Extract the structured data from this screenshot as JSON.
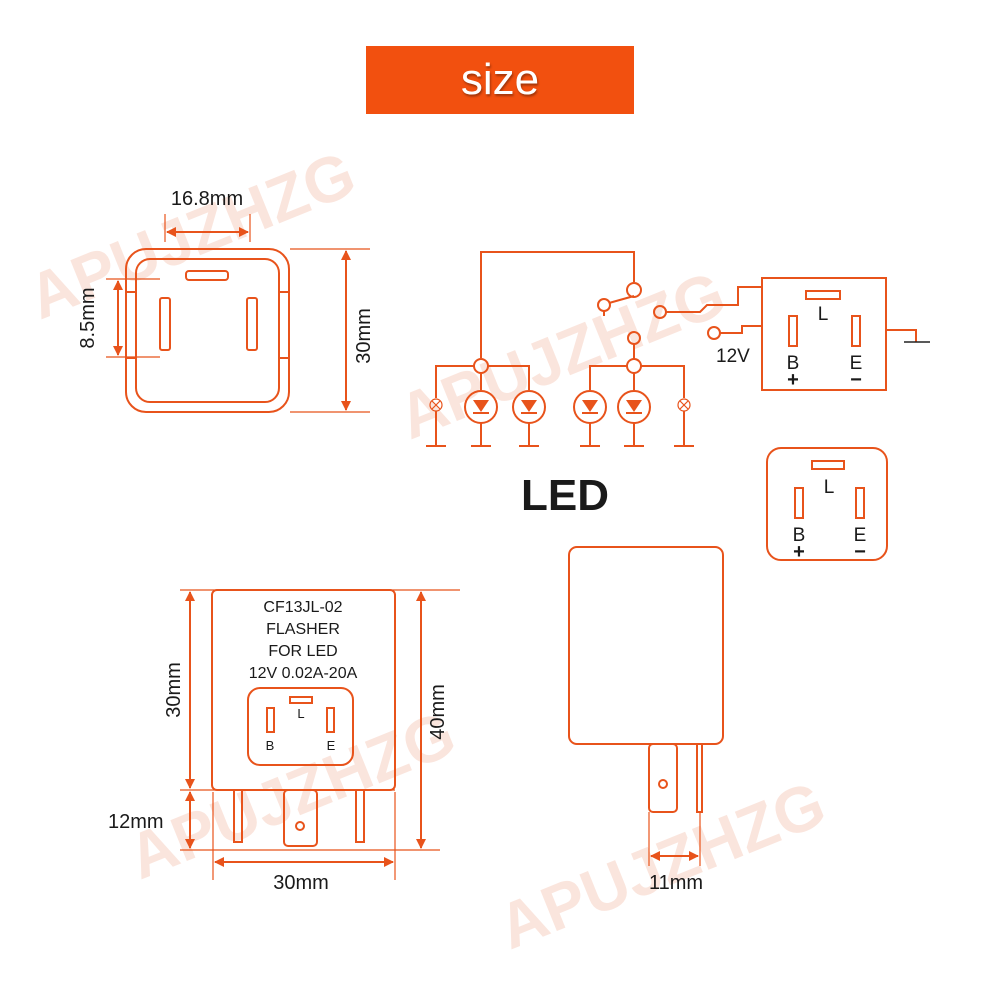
{
  "header": {
    "title": "size"
  },
  "watermark": {
    "text": "APUJZHZG"
  },
  "top_view": {
    "width_label": "16.8mm",
    "pin_spacing_label": "8.5mm",
    "height_label": "30mm"
  },
  "circuit": {
    "voltage_label": "12V",
    "pin_l": "L",
    "pin_b": "B",
    "pin_e": "E",
    "plus": "+",
    "minus": "−"
  },
  "led_label": "LED",
  "pin_legend": {
    "l": "L",
    "b": "B",
    "e": "E",
    "plus": "+",
    "minus": "−"
  },
  "front_view": {
    "text_lines": [
      "CF13JL-02",
      "FLASHER",
      "FOR LED",
      "12V 0.02A-20A"
    ],
    "pin_l": "L",
    "pin_b": "B",
    "pin_e": "E",
    "body_height_label": "30mm",
    "total_height_label": "40mm",
    "pin_length_label": "12mm",
    "width_label": "30mm"
  },
  "side_view": {
    "depth_label": "11mm"
  },
  "colors": {
    "accent": "#f2500f",
    "line": "#e8531b",
    "text": "#1a1a1a"
  }
}
